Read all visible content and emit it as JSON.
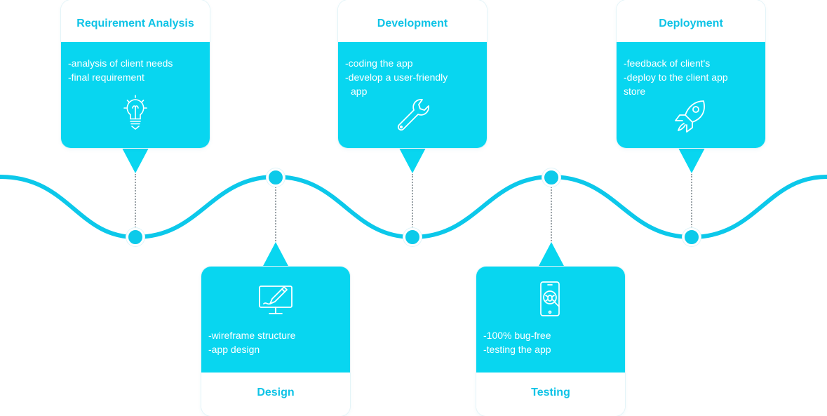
{
  "colors": {
    "accent": "#08d6f0",
    "title": "#0fc3e6",
    "wave": "#0cc8ea"
  },
  "stages": [
    {
      "title": "Requirement Analysis",
      "lines": [
        "-analysis of client needs",
        "-final requirement"
      ],
      "icon": "lightbulb-icon",
      "position": "top"
    },
    {
      "title": "Design",
      "lines": [
        "-wireframe structure",
        "-app design"
      ],
      "icon": "monitor-pen-icon",
      "position": "bottom"
    },
    {
      "title": "Development",
      "lines": [
        "-coding the app",
        "-develop a user-friendly",
        "  app"
      ],
      "icon": "wrench-icon",
      "position": "top"
    },
    {
      "title": "Testing",
      "lines": [
        "-100% bug-free",
        "-testing the app"
      ],
      "icon": "phone-bug-search-icon",
      "position": "bottom"
    },
    {
      "title": "Deployment",
      "lines": [
        "-feedback of client's",
        "-deploy to the client app",
        "store"
      ],
      "icon": "rocket-icon",
      "position": "top"
    }
  ]
}
